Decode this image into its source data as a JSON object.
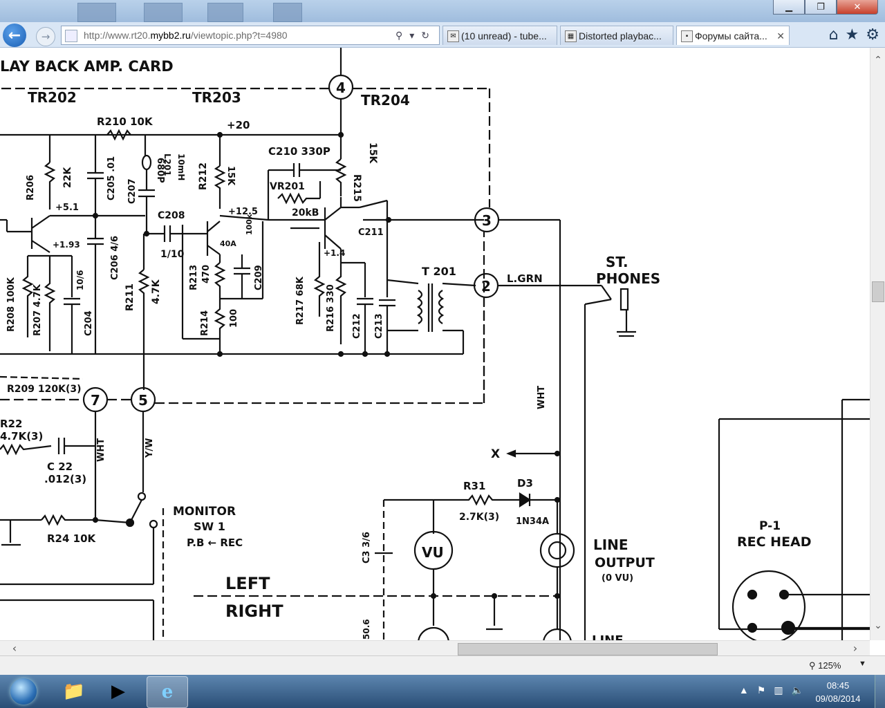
{
  "browser": {
    "url_prefix": "http://www.rt20.",
    "url_domain": "mybb2.ru",
    "url_suffix": "/viewtopic.php?t=4980",
    "tabs": [
      {
        "label": "(10 unread) - tube...",
        "icon": "mail-icon"
      },
      {
        "label": "Distorted playbac...",
        "icon": "forum-icon"
      },
      {
        "label": "Форумы сайта...",
        "icon": "page-icon",
        "active": true
      }
    ],
    "zoom": "125%"
  },
  "schematic": {
    "title": "LAY BACK AMP. CARD",
    "labels": {
      "tr202": "TR202",
      "tr203": "TR203",
      "tr204": "TR204",
      "r210": "R210 10K",
      "plus20": "+20",
      "r215": "R215",
      "r215v": "15K",
      "c210": "C210 330P",
      "r212": "R212",
      "r212v": "15K",
      "vr201": "VR201",
      "vr201v": "20kB",
      "plus125": "+12.5",
      "r206": "R206",
      "r206v": "22K",
      "c205": "C205 .01",
      "plus51": "+5.1",
      "c207": "C207",
      "c207v": "680P",
      "l201": "L201",
      "l201v": "10mH",
      "c208": "C208",
      "c208v": "1/10",
      "plus193": "+1.93",
      "c206": "C206 4/6",
      "r208": "R208 100K",
      "r207": "R207 4.7K",
      "c204": "C204",
      "c204v": "10/6",
      "r211": "R211",
      "r211v": "4.7K",
      "r213": "R213",
      "r213v": "470",
      "r214": "R214",
      "r214v": "100",
      "c209": "C209",
      "r217": "R217 68K",
      "r216": "R216 330",
      "c212": "C212",
      "c213": "C213",
      "c211": "C211",
      "t201": "T 201",
      "lgrn": "L.GRN",
      "st": "ST.",
      "phones": "PHONES",
      "r209": "R209 120K(3)",
      "r22": "R22",
      "r22v": "4.7K(3)",
      "c22": "C 22",
      "c22v": ".012(3)",
      "wht": "WHT",
      "yw": "Y/W",
      "r24": "R24 10K",
      "monitor": "MONITOR",
      "sw1": "SW 1",
      "pbrec": "P.B ← REC",
      "left": "LEFT",
      "right": "RIGHT",
      "x": "X",
      "r31": "R31",
      "r31v": "2.7K(3)",
      "d3": "D3",
      "d3v": "1N34A",
      "vu": "VU",
      "c3": "C3 3/6",
      "line": "LINE",
      "output": "OUTPUT",
      "ovu": "(0 VU)",
      "p1": "P-1",
      "rechead": "REC HEAD",
      "wht2": "WHT",
      "line2": "LINE",
      "n2": "2",
      "n3": "3",
      "n4": "4",
      "n5": "5",
      "n7": "7"
    }
  },
  "taskbar": {
    "time": "08:45",
    "date": "09/08/2014"
  }
}
